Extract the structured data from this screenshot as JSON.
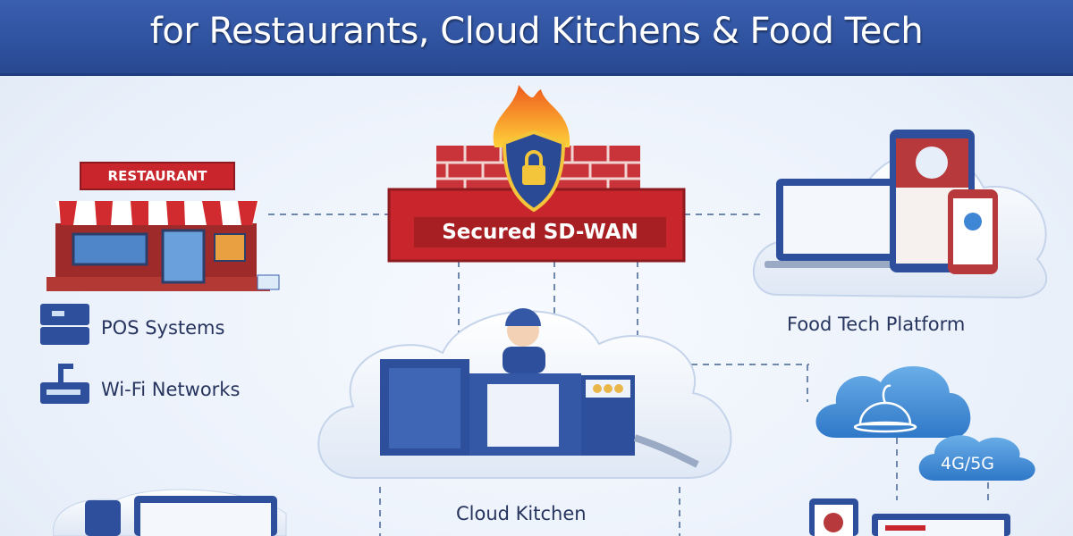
{
  "header": {
    "title_line2": "for Restaurants, Cloud Kitchens & Food Tech",
    "background_color": "#2f529f"
  },
  "restaurant": {
    "sign": "RESTAURANT",
    "sign_color": "#c8262c"
  },
  "legend_items": [
    {
      "icon": "pos-terminal-icon",
      "label": "POS Systems"
    },
    {
      "icon": "router-icon",
      "label": "Wi-Fi Networks"
    }
  ],
  "firewall": {
    "label": "Secured SD-WAN",
    "icons": [
      "flame-icon",
      "shield-lock-icon",
      "brick-wall-icon"
    ],
    "color": "#c8262c"
  },
  "food_tech": {
    "label": "Food Tech Platform"
  },
  "cloud_kitchen": {
    "label": "Cloud Kitchen"
  },
  "delivery_cloud": {
    "icon": "cloche-icon"
  },
  "mobile_network": {
    "label": "4G/5G",
    "color": "#3f86d4"
  }
}
